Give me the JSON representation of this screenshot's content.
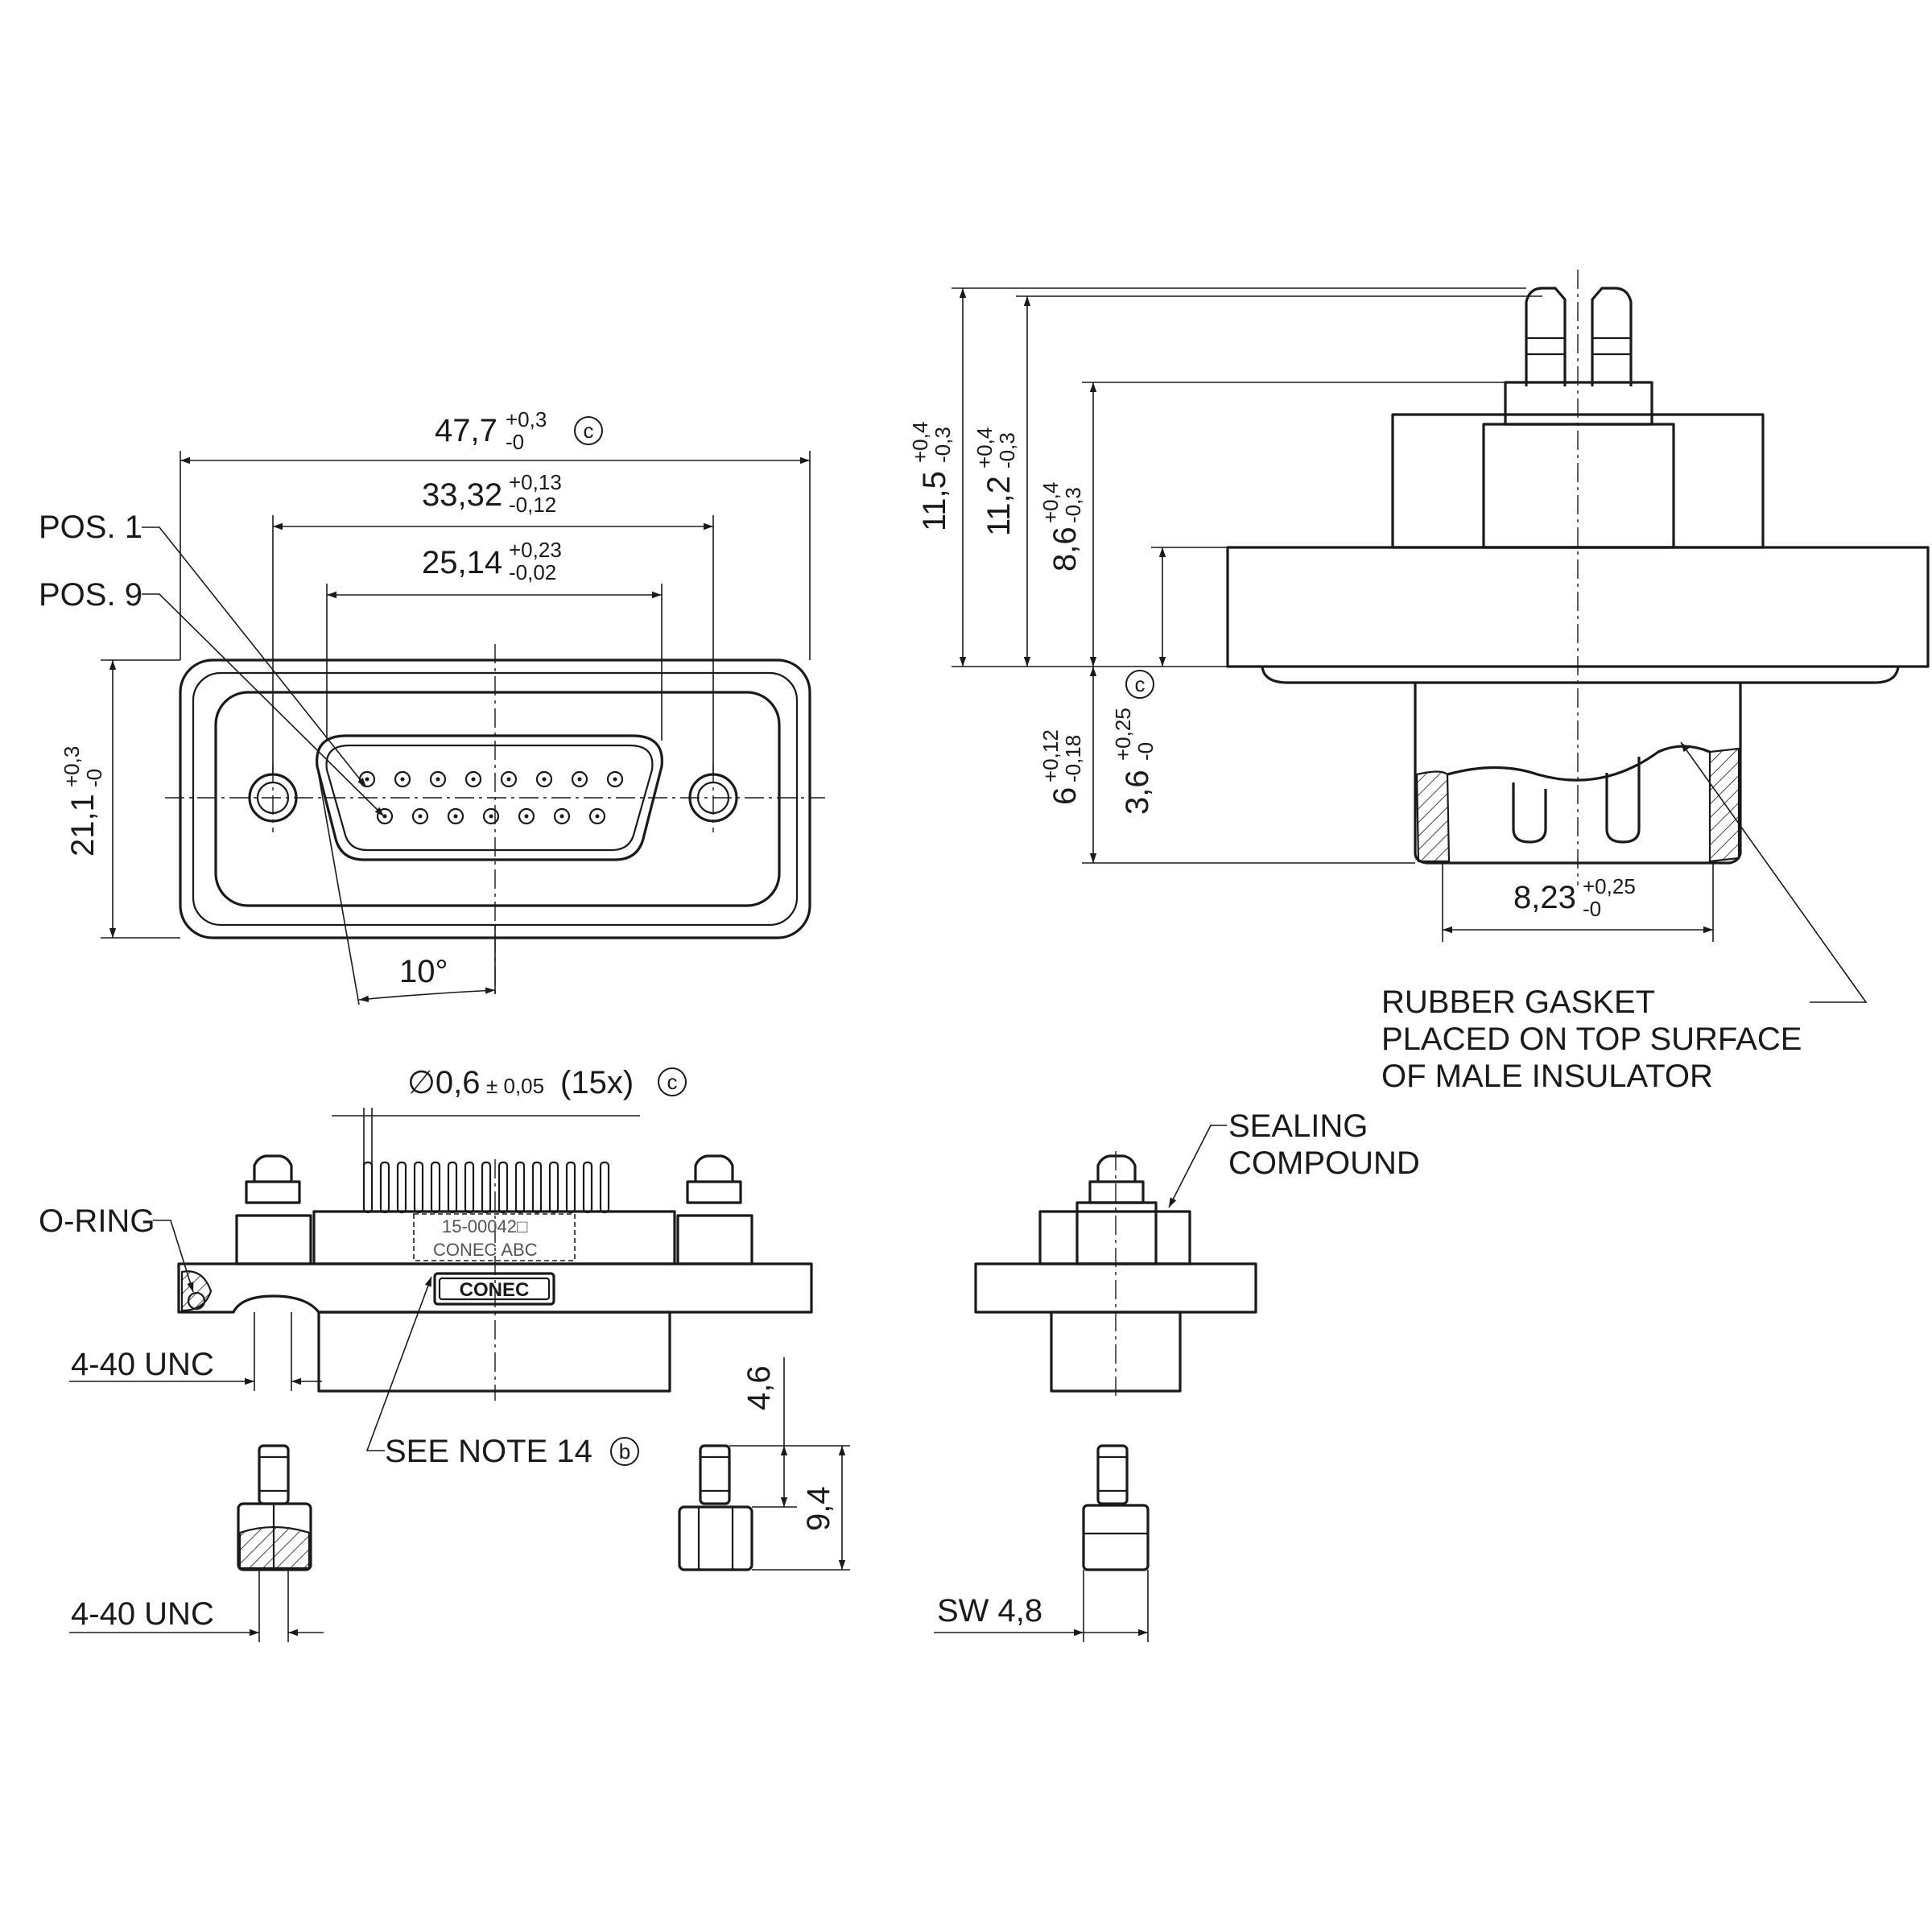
{
  "front_view": {
    "width_overall": {
      "value": "47,7",
      "tol_upper": "+0,3",
      "tol_lower": "-0",
      "mark": "c"
    },
    "hole_spacing": {
      "value": "33,32",
      "tol_upper": "+0,13",
      "tol_lower": "-0,12"
    },
    "shell_width": {
      "value": "25,14",
      "tol_upper": "+0,23",
      "tol_lower": "-0,02"
    },
    "height_overall": {
      "value": "21,1",
      "tol_upper": "+0,3",
      "tol_lower": "-0"
    },
    "angle": "10°",
    "pos1_label": "POS. 1",
    "pos9_label": "POS. 9"
  },
  "side_view": {
    "height_total": {
      "value": "11,5",
      "tol_upper": "+0,4",
      "tol_lower": "-0,3"
    },
    "height_pin_tip": {
      "value": "11,2",
      "tol_upper": "+0,4",
      "tol_lower": "-0,3"
    },
    "height_top": {
      "value": "8,6",
      "tol_upper": "+0,4",
      "tol_lower": "-0,3"
    },
    "depth_shell": {
      "value": "6",
      "tol_upper": "+0,12",
      "tol_lower": "-0,18"
    },
    "depth_flange": {
      "value": "3,6",
      "tol_upper": "+0,25",
      "tol_lower": "-0",
      "mark": "c"
    },
    "shell_width": {
      "value": "8,23",
      "tol_upper": "+0,25",
      "tol_lower": "-0"
    },
    "gasket_note": [
      "RUBBER GASKET",
      "PLACED ON TOP SURFACE",
      "OF MALE INSULATOR"
    ]
  },
  "bottom_view": {
    "pin_diameter": {
      "prefix": "∅0,6",
      "tol": "± 0,05",
      "suffix": "(15x)",
      "mark": "c"
    },
    "oring_label": "O-RING",
    "thread_label_1": "4-40 UNC",
    "thread_label_2": "4-40 UNC",
    "note_label": "SEE NOTE 14",
    "note_mark": "b",
    "part_number": "15-00042□",
    "maker_text": "CONEC ABC",
    "logo_text": "CONEC",
    "jackscrew_height_a": "4,6",
    "jackscrew_height_b": "9,4"
  },
  "end_view": {
    "sealing_label": [
      "SEALING",
      "COMPOUND"
    ],
    "wrench_size": "SW 4,8"
  }
}
